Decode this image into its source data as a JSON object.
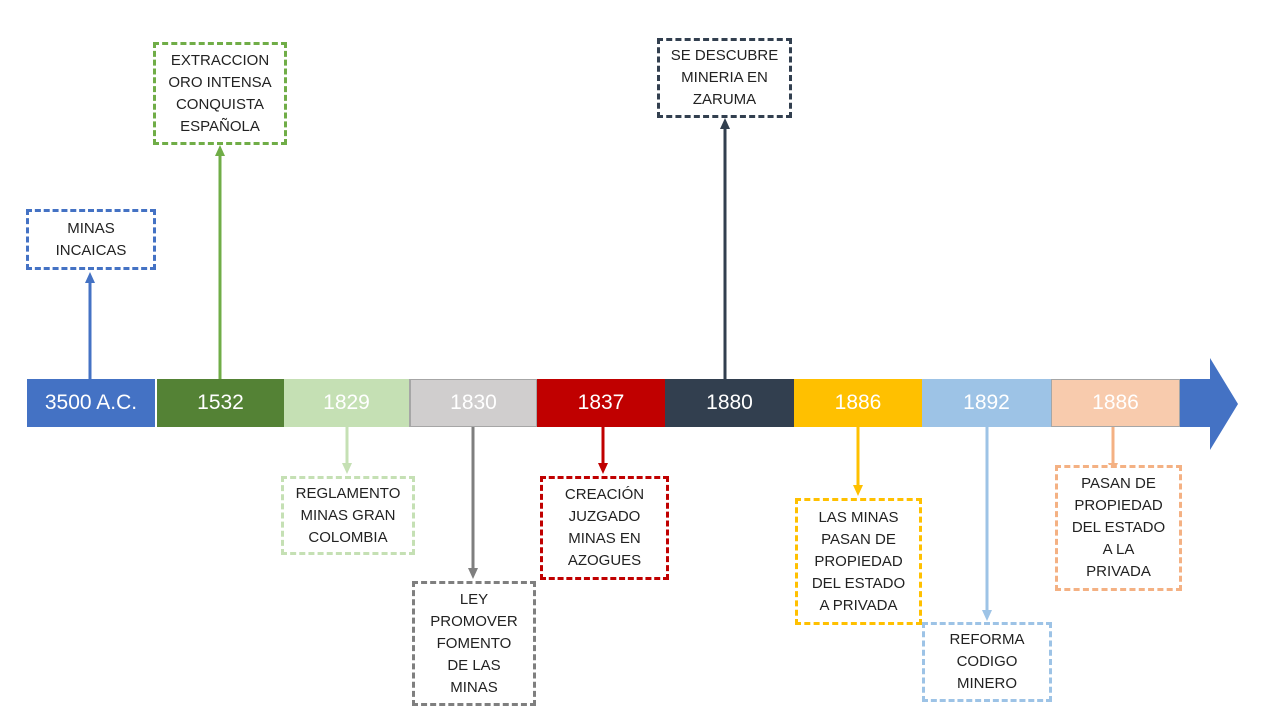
{
  "timeline": {
    "segments": [
      {
        "label": "3500 A.C.",
        "color": "#4472c4",
        "text_color": "#ffffff"
      },
      {
        "label": "1532",
        "color": "#548235",
        "text_color": "#ffffff"
      },
      {
        "label": "1829",
        "color": "#c5e0b4",
        "text_color": "#ffffff"
      },
      {
        "label": "1830",
        "color": "#d0cece",
        "text_color": "#ffffff"
      },
      {
        "label": "1837",
        "color": "#c00000",
        "text_color": "#ffffff"
      },
      {
        "label": "1880",
        "color": "#323f4f",
        "text_color": "#ffffff"
      },
      {
        "label": "1886",
        "color": "#ffc000",
        "text_color": "#ffffff"
      },
      {
        "label": "1892",
        "color": "#9dc3e6",
        "text_color": "#ffffff"
      },
      {
        "label": "1886",
        "color": "#f8cbad",
        "text_color": "#ffffff"
      }
    ],
    "arrow_color": "#4472c4",
    "events": [
      {
        "segment": 0,
        "text": "MINAS\nINCAICAS",
        "color": "#4472c4"
      },
      {
        "segment": 1,
        "text": "EXTRACCION\nORO INTENSA\nCONQUISTA\nESPAÑOLA",
        "color": "#70ad47"
      },
      {
        "segment": 2,
        "text": "REGLAMENTO\nMINAS GRAN\nCOLOMBIA",
        "color": "#c5e0b4"
      },
      {
        "segment": 3,
        "text": "LEY\nPROMOVER\nFOMENTO\nDE  LAS\nMINAS",
        "color": "#7f7f7f"
      },
      {
        "segment": 4,
        "text": "CREACIÓN\nJUZGADO\nMINAS EN\nAZOGUES",
        "color": "#c00000"
      },
      {
        "segment": 5,
        "text": "SE  DESCUBRE\nMINERIA EN\nZARUMA",
        "color": "#323f4f"
      },
      {
        "segment": 6,
        "text": "LAS MINAS\nPASAN DE\nPROPIEDAD\nDEL ESTADO\nA  PRIVADA",
        "color": "#ffc000"
      },
      {
        "segment": 7,
        "text": "REFORMA\nCODIGO\nMINERO",
        "color": "#9dc3e6"
      },
      {
        "segment": 8,
        "text": "PASAN DE\nPROPIEDAD\nDEL ESTADO\nA  LA\nPRIVADA",
        "color": "#f4b183"
      }
    ]
  }
}
